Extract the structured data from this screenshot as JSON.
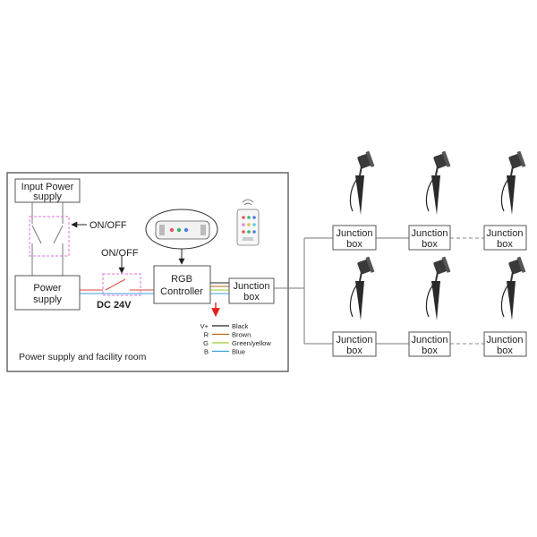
{
  "room": {
    "label": "Power supply and facility room"
  },
  "input_power_supply": {
    "line1": "Input Power",
    "line2": "supply"
  },
  "power_supply": {
    "line1": "Power",
    "line2": "supply"
  },
  "switches": {
    "main_label": "ON/OFF",
    "dc_label": "ON/OFF"
  },
  "dc_voltage": "DC 24V",
  "rgb_controller": {
    "line1": "RGB",
    "line2": "Controller"
  },
  "junction_label": {
    "line1": "Junction",
    "line2": "box"
  },
  "wire_legend": [
    {
      "pin": "V+",
      "name": "Black",
      "color": "#222222"
    },
    {
      "pin": "R",
      "name": "Brown",
      "color": "#b5651d"
    },
    {
      "pin": "G",
      "name": "Green/yellow",
      "color": "#9acd32"
    },
    {
      "pin": "B",
      "name": "Blue",
      "color": "#3aa0e0"
    }
  ],
  "colors": {
    "switch_dash": "#e070e0",
    "arrow_red": "#e0201a",
    "dc_wire_red": "#d94a3a",
    "dc_wire_blue": "#3aa0e0"
  }
}
